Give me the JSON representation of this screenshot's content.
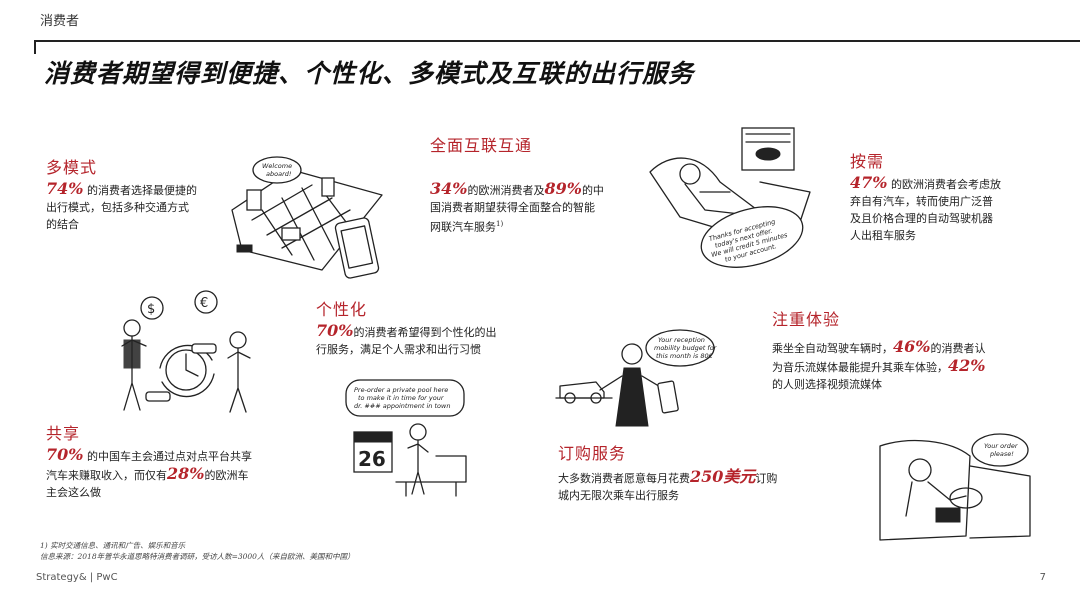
{
  "header": {
    "label": "消费者"
  },
  "title": "消费者期望得到便捷、个性化、多模式及互联的出行服务",
  "sections": {
    "multimodal": {
      "title": "多模式",
      "stat": "74%",
      "text_a": "的消费者选择最便捷的",
      "text_b": "出行模式，包括多种交通方式",
      "text_c": "的结合"
    },
    "connected": {
      "title": "全面互联互通",
      "stat1": "34%",
      "text_a": "的欧洲消费者及",
      "stat2": "89%",
      "text_b": "的中",
      "text_c": "国消费者期望获得全面整合的智能",
      "text_d": "网联汽车服务",
      "note_mark": "1)"
    },
    "on_demand": {
      "title": "按需",
      "stat": "47%",
      "text_a": "的欧洲消费者会考虑放",
      "text_b": "弃自有汽车，转而使用广泛普",
      "text_c": "及且价格合理的自动驾驶机器",
      "text_d": "人出租车服务"
    },
    "personalized": {
      "title": "个性化",
      "stat": "70%",
      "text_a": "的消费者希望得到个性化的出",
      "text_b": "行服务，满足个人需求和出行习惯"
    },
    "experience": {
      "title": "注重体验",
      "text_a": "乘坐全自动驾驶车辆时，",
      "stat1": "46%",
      "text_b": "的消费者认",
      "text_c": "为音乐流媒体最能提升其乘车体验，",
      "stat2": "42%",
      "text_d": "的人则选择视频流媒体"
    },
    "sharing": {
      "title": "共享",
      "stat1": "70%",
      "text_a": "的中国车主会通过点对点平台共享",
      "text_b": "汽车来赚取收入，而仅有",
      "stat2": "28%",
      "text_c": "的欧洲车",
      "text_d": "主会这么做"
    },
    "subscription": {
      "title": "订购服务",
      "text_a": "大多数消费者愿意每月花费",
      "stat": "250美元",
      "text_b": "订购",
      "text_c": "城内无限次乘车出行服务"
    }
  },
  "bubbles": {
    "welcome": [
      "Welcome",
      "aboard!"
    ],
    "thanks": [
      "Thanks for accepting",
      "today's next offer.",
      "We will credit 5 minutes",
      "to your account."
    ],
    "private_pool": [
      "Pre-order a private pool here",
      "to make it in time for your",
      "dr. ### appointment in town"
    ],
    "mobility": [
      "Your reception",
      "mobility budget for",
      "this month is 80€"
    ],
    "order": [
      "Your order",
      "please!"
    ]
  },
  "calendar_day": "26",
  "currency_symbols": [
    "$",
    "€"
  ],
  "footnotes": {
    "line1": "1) 实时交通信息、通讯和广告、娱乐和音乐",
    "line2": "信息来源：2018年普华永道思略特消费者调研，受访人数=3000人（来自欧洲、美国和中国）"
  },
  "footer": {
    "brand": "Strategy& | PwC",
    "page": "7"
  },
  "colors": {
    "accent": "#b5242b",
    "text": "#222222"
  }
}
